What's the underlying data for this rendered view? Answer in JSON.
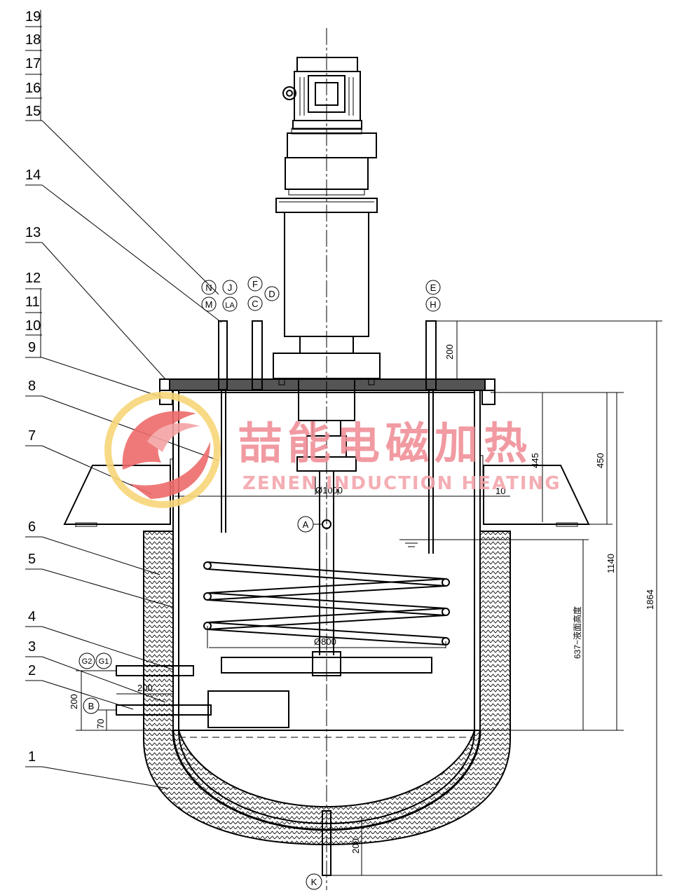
{
  "part_numbers": [
    "1",
    "2",
    "3",
    "4",
    "5",
    "6",
    "7",
    "8",
    "9",
    "10",
    "11",
    "12",
    "13",
    "14",
    "15",
    "16",
    "17",
    "18",
    "19"
  ],
  "nozzles": {
    "N": "N",
    "M": "M",
    "J": "J",
    "LA": "LA",
    "F": "F",
    "C": "C",
    "D": "D",
    "E": "E",
    "H": "H",
    "A": "A",
    "B": "B",
    "G1": "G1",
    "G2": "G2",
    "K": "K"
  },
  "dimensions": {
    "d_1000": "Ø1000",
    "d_800": "Ø800",
    "wall_10": "10",
    "h_200_top": "200",
    "h_445": "445",
    "h_450": "450",
    "h_1140": "1140",
    "h_1864": "1864",
    "h_637": "637~液面高度",
    "w_200_side": "200",
    "h_200_side": "200",
    "h_70_side": "70",
    "h_200_bottom": "200"
  },
  "watermark": {
    "cn": "喆能电磁加热",
    "en": "ZENEN INDUCTION HEATING"
  },
  "colors": {
    "line": "#000000",
    "watermark_cn": "#f09098",
    "watermark_en": "#f3a6ac",
    "logo_red": "#ee6b6b",
    "logo_yellow": "#f8d77a"
  }
}
